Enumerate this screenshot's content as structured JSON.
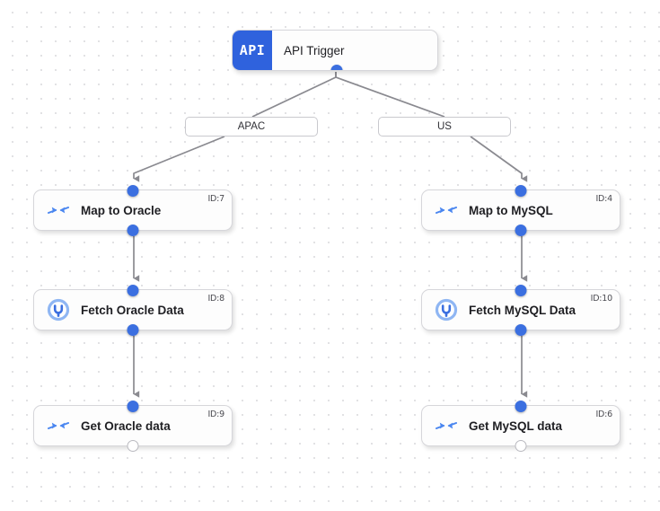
{
  "canvas": {
    "background_color": "#ffffff",
    "grid_dot_color": "#dcdcdf",
    "accent_color": "#3b6fe0",
    "badge_color": "#2f62dd",
    "edge_color": "#8a8a90"
  },
  "trigger": {
    "badge_text": "API",
    "label": "API Trigger",
    "icon": "api-badge"
  },
  "branches": [
    {
      "key": "apac",
      "label": "APAC"
    },
    {
      "key": "us",
      "label": "US"
    }
  ],
  "nodes": [
    {
      "key": "map-oracle",
      "label": "Map to Oracle",
      "id_label": "ID:7",
      "icon": "map-arrows-icon",
      "input_port": "filled",
      "output_port": "filled"
    },
    {
      "key": "fetch-oracle",
      "label": "Fetch Oracle Data",
      "id_label": "ID:8",
      "icon": "plug-connector-icon",
      "input_port": "filled",
      "output_port": "filled"
    },
    {
      "key": "get-oracle",
      "label": "Get Oracle data",
      "id_label": "ID:9",
      "icon": "map-arrows-icon",
      "input_port": "filled",
      "output_port": "hollow"
    },
    {
      "key": "map-mysql",
      "label": "Map to MySQL",
      "id_label": "ID:4",
      "icon": "map-arrows-icon",
      "input_port": "filled",
      "output_port": "filled"
    },
    {
      "key": "fetch-mysql",
      "label": "Fetch MySQL Data",
      "id_label": "ID:10",
      "icon": "plug-connector-icon",
      "input_port": "filled",
      "output_port": "filled"
    },
    {
      "key": "get-mysql",
      "label": "Get MySQL data",
      "id_label": "ID:6",
      "icon": "map-arrows-icon",
      "input_port": "filled",
      "output_port": "hollow"
    }
  ]
}
